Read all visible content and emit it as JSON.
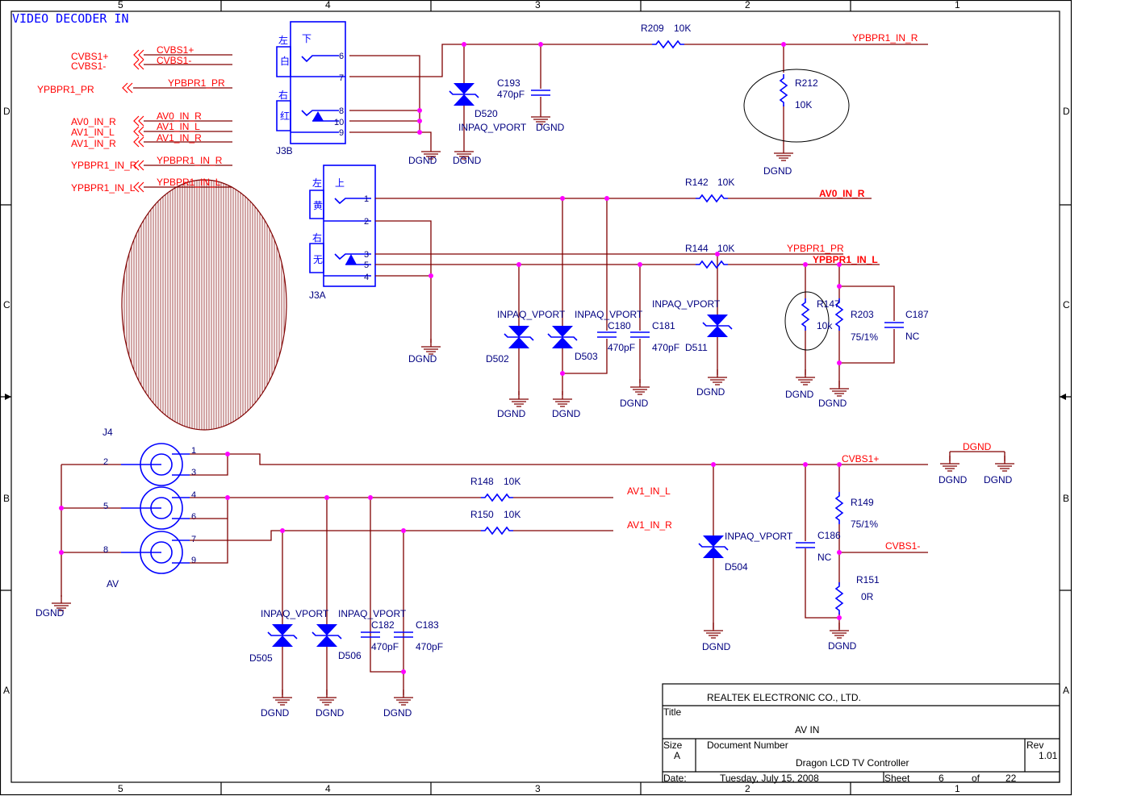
{
  "sheet_title": "VIDEO DECODER IN",
  "border": {
    "cols": [
      "5",
      "4",
      "3",
      "2",
      "1"
    ],
    "rows": [
      "D",
      "C",
      "B",
      "A"
    ]
  },
  "offpage": [
    {
      "label": "CVBS1+",
      "wire": "CVBS1+"
    },
    {
      "label": "CVBS1-",
      "wire": "CVBS1-"
    },
    {
      "label": "YPBPR1_PR",
      "wire": "YPBPR1_PR"
    },
    {
      "label": "AV0_IN_R",
      "wire": "AV0_IN_R"
    },
    {
      "label": "AV1_IN_L",
      "wire": "AV1_IN_L"
    },
    {
      "label": "AV1_IN_R",
      "wire": "AV1_IN_R"
    },
    {
      "label": "YPBPR1_IN_R",
      "wire": "YPBPR1_IN_R"
    },
    {
      "label": "YPBPR1_IN_L",
      "wire": "YPBPR1_IN_L"
    }
  ],
  "j3b": {
    "ref": "J3B",
    "chars": [
      "左",
      "白",
      "右",
      "红",
      "下"
    ],
    "pins": [
      "6",
      "7",
      "8",
      "10",
      "9"
    ]
  },
  "j3a": {
    "ref": "J3A",
    "chars": [
      "左",
      "黄",
      "右",
      "无",
      "上"
    ],
    "pins": [
      "1",
      "2",
      "3",
      "5",
      "4"
    ]
  },
  "j4": {
    "ref": "J4",
    "value": "AV",
    "pins": [
      "1",
      "2",
      "3",
      "4",
      "5",
      "6",
      "7",
      "8",
      "9"
    ]
  },
  "parts": {
    "tvs_value": "INPAQ_VPORT",
    "R209": {
      "ref": "R209",
      "value": "10K"
    },
    "R212": {
      "ref": "R212",
      "value": "10K"
    },
    "C193": {
      "ref": "C193",
      "value": "470pF"
    },
    "D520": {
      "ref": "D520"
    },
    "R142": {
      "ref": "R142",
      "value": "10K"
    },
    "R144": {
      "ref": "R144",
      "value": "10K"
    },
    "R147": {
      "ref": "R147",
      "value": "10k"
    },
    "R203": {
      "ref": "R203",
      "value": "75/1%"
    },
    "C187": {
      "ref": "C187",
      "value": "NC"
    },
    "D502": {
      "ref": "D502"
    },
    "D503": {
      "ref": "D503"
    },
    "C180": {
      "ref": "C180",
      "value": "470pF"
    },
    "C181": {
      "ref": "C181",
      "value": "470pF"
    },
    "D511": {
      "ref": "D511"
    },
    "R148": {
      "ref": "R148",
      "value": "10K"
    },
    "R150": {
      "ref": "R150",
      "value": "10K"
    },
    "D505": {
      "ref": "D505"
    },
    "D506": {
      "ref": "D506"
    },
    "C182": {
      "ref": "C182",
      "value": "470pF"
    },
    "C183": {
      "ref": "C183",
      "value": "470pF"
    },
    "D504": {
      "ref": "D504"
    },
    "C186": {
      "ref": "C186",
      "value": "NC"
    },
    "R149": {
      "ref": "R149",
      "value": "75/1%"
    },
    "R151": {
      "ref": "R151",
      "value": "0R"
    }
  },
  "nets": {
    "dgnd": "DGND",
    "ypbpr1_in_r": "YPBPR1_IN_R",
    "av0_in_r": "AV0_IN_R",
    "ypbpr1_pr": "YPBPR1_PR",
    "ypbpr1_in_l": "YPBPR1_IN_L",
    "cvbs1p": "CVBS1+",
    "cvbs1m": "CVBS1-",
    "av1_in_l": "AV1_IN_L",
    "av1_in_r": "AV1_IN_R"
  },
  "title_block": {
    "company": "REALTEK  ELECTRONIC  CO.,  LTD.",
    "title_label": "Title",
    "title": "AV IN",
    "size_label": "Size",
    "size": "A",
    "docnum_label": "Document Number",
    "docnum": "Dragon LCD TV Controller",
    "rev_label": "Rev",
    "rev": "1.01",
    "date_label": "Date:",
    "date": "Tuesday, July 15, 2008",
    "sheet_label": "Sheet",
    "sheet": "6",
    "of_label": "of",
    "total": "22"
  }
}
